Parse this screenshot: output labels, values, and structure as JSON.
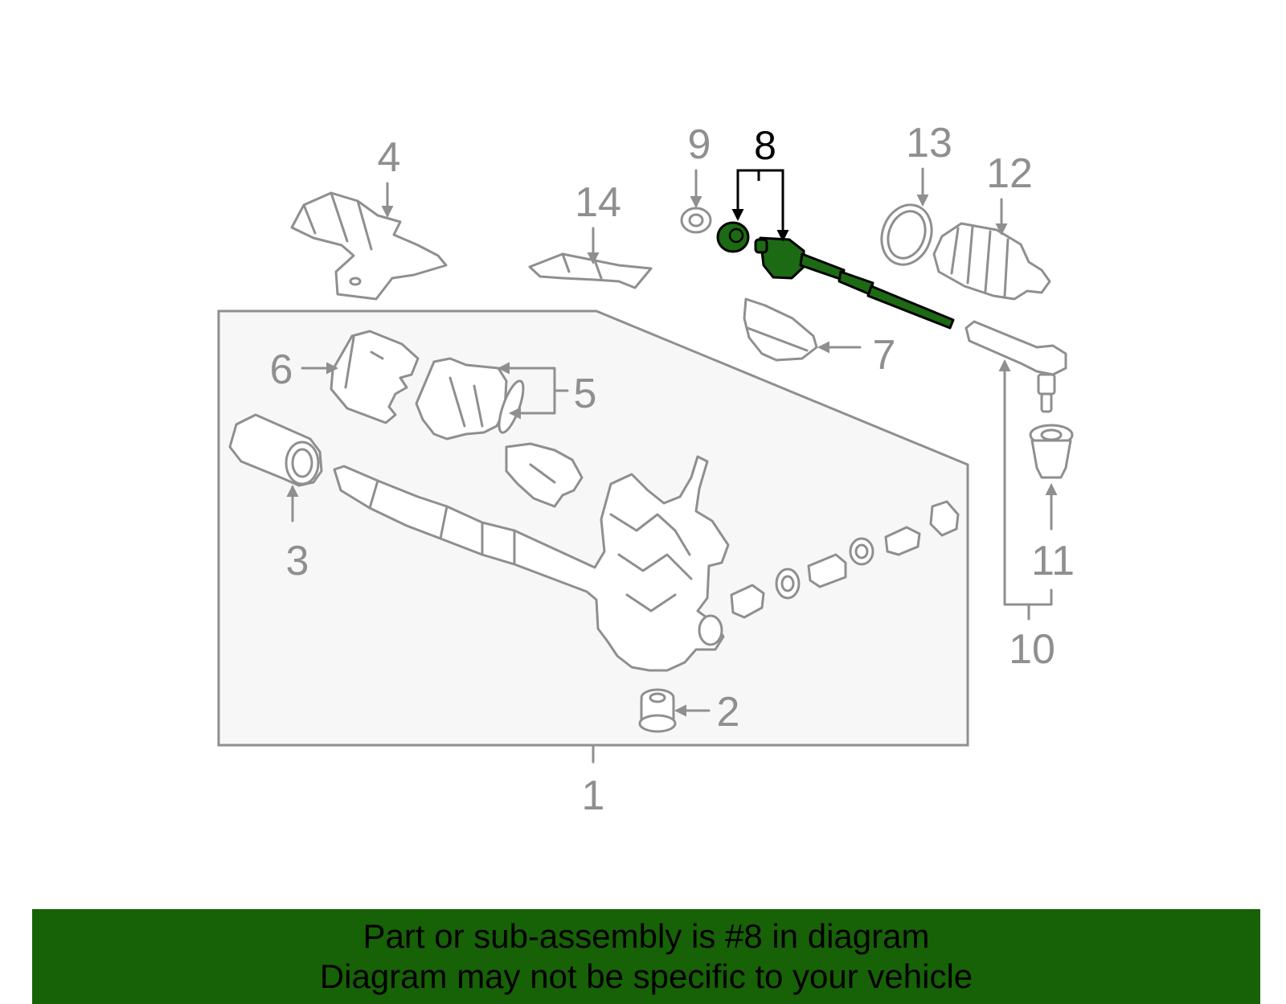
{
  "diagram": {
    "callouts": [
      "1",
      "2",
      "3",
      "4",
      "5",
      "6",
      "7",
      "8",
      "9",
      "10",
      "11",
      "12",
      "13",
      "14"
    ],
    "highlighted_callout": "8",
    "highlight_color": "#176107",
    "part_line_color": "#8f8f8f"
  },
  "footer": {
    "line1": "Part or sub-assembly is #8 in diagram",
    "line2": "Diagram may not be specific to your vehicle",
    "background": "#176107"
  }
}
